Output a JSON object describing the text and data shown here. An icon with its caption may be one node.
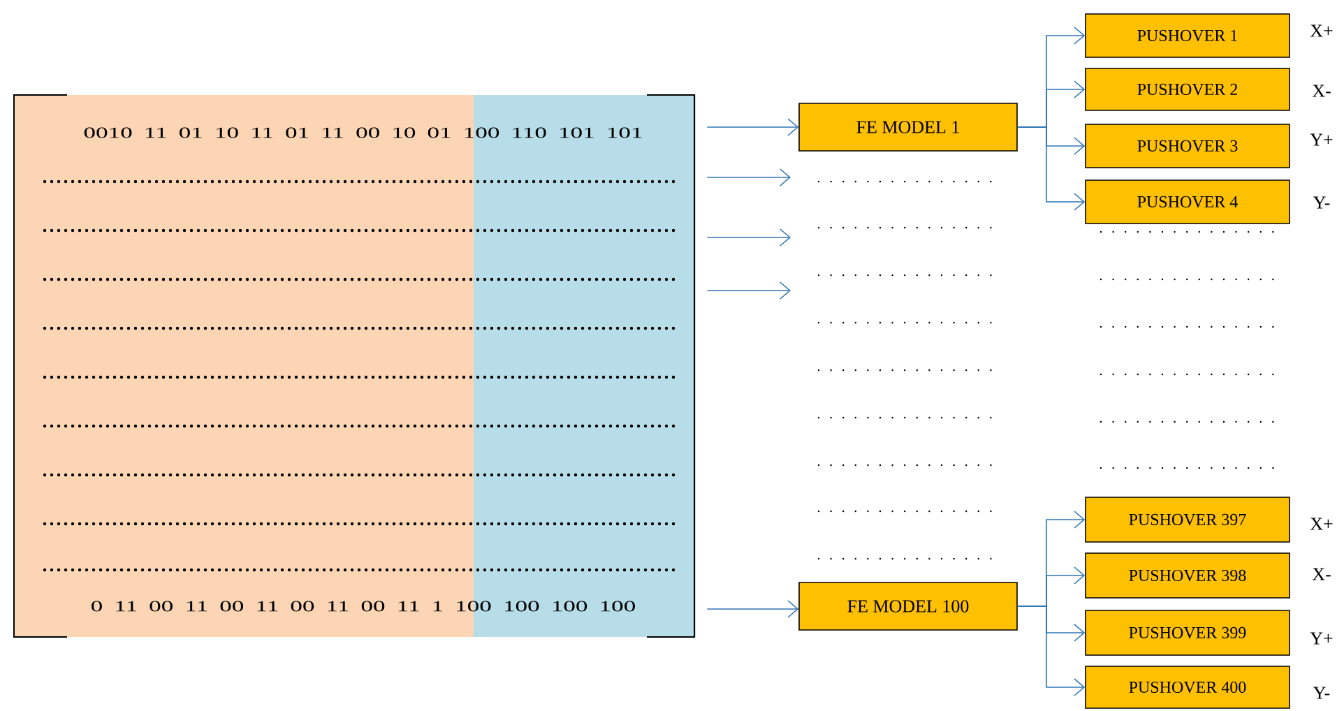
{
  "diagram": {
    "nodes": [
      {
        "text": [
          "0010 11 01 10 11 01 11 00 10 01 100 110 101 101",
          "0 11 00 11 00 11 00 11 00 11 1 100 100 100 100"
        ]
      },
      {
        "text": [
          "FE MODEL 1"
        ]
      },
      {
        "text": [
          "PUSHOVER 1"
        ],
        "beside": [
          "X+"
        ]
      },
      {
        "text": [
          "PUSHOVER 2"
        ],
        "beside": [
          "X-"
        ]
      },
      {
        "text": [
          "PUSHOVER 3"
        ],
        "beside": [
          "Y+"
        ]
      },
      {
        "text": [
          "PUSHOVER 4"
        ],
        "beside": [
          "Y-"
        ]
      },
      {
        "text": [
          "FE MODEL 100"
        ]
      },
      {
        "text": [
          "PUSHOVER 397"
        ],
        "beside": [
          "X+"
        ]
      },
      {
        "text": [
          "PUSHOVER 398"
        ],
        "beside": [
          "X-"
        ]
      },
      {
        "text": [
          "PUSHOVER 399"
        ],
        "beside": [
          "Y+"
        ]
      },
      {
        "text": [
          "PUSHOVER 400"
        ],
        "beside": [
          "Y-"
        ]
      }
    ],
    "edges": [
      {
        "from": 0,
        "to": 1,
        "arrow": "to"
      },
      {
        "from": 0,
        "to": null,
        "arrow": "to"
      },
      {
        "from": 0,
        "to": null,
        "arrow": "to"
      },
      {
        "from": 0,
        "to": null,
        "arrow": "to"
      },
      {
        "from": 0,
        "to": 6,
        "arrow": "to"
      },
      {
        "from": 1,
        "to": 2,
        "arrow": "to"
      },
      {
        "from": 1,
        "to": 3,
        "arrow": "to"
      },
      {
        "from": 1,
        "to": 4,
        "arrow": "to"
      },
      {
        "from": 1,
        "to": 5,
        "arrow": "to"
      },
      {
        "from": 6,
        "to": 7,
        "arrow": "to"
      },
      {
        "from": 6,
        "to": 8,
        "arrow": "to"
      },
      {
        "from": 6,
        "to": 9,
        "arrow": "to"
      },
      {
        "from": 6,
        "to": 10,
        "arrow": "to"
      }
    ]
  }
}
